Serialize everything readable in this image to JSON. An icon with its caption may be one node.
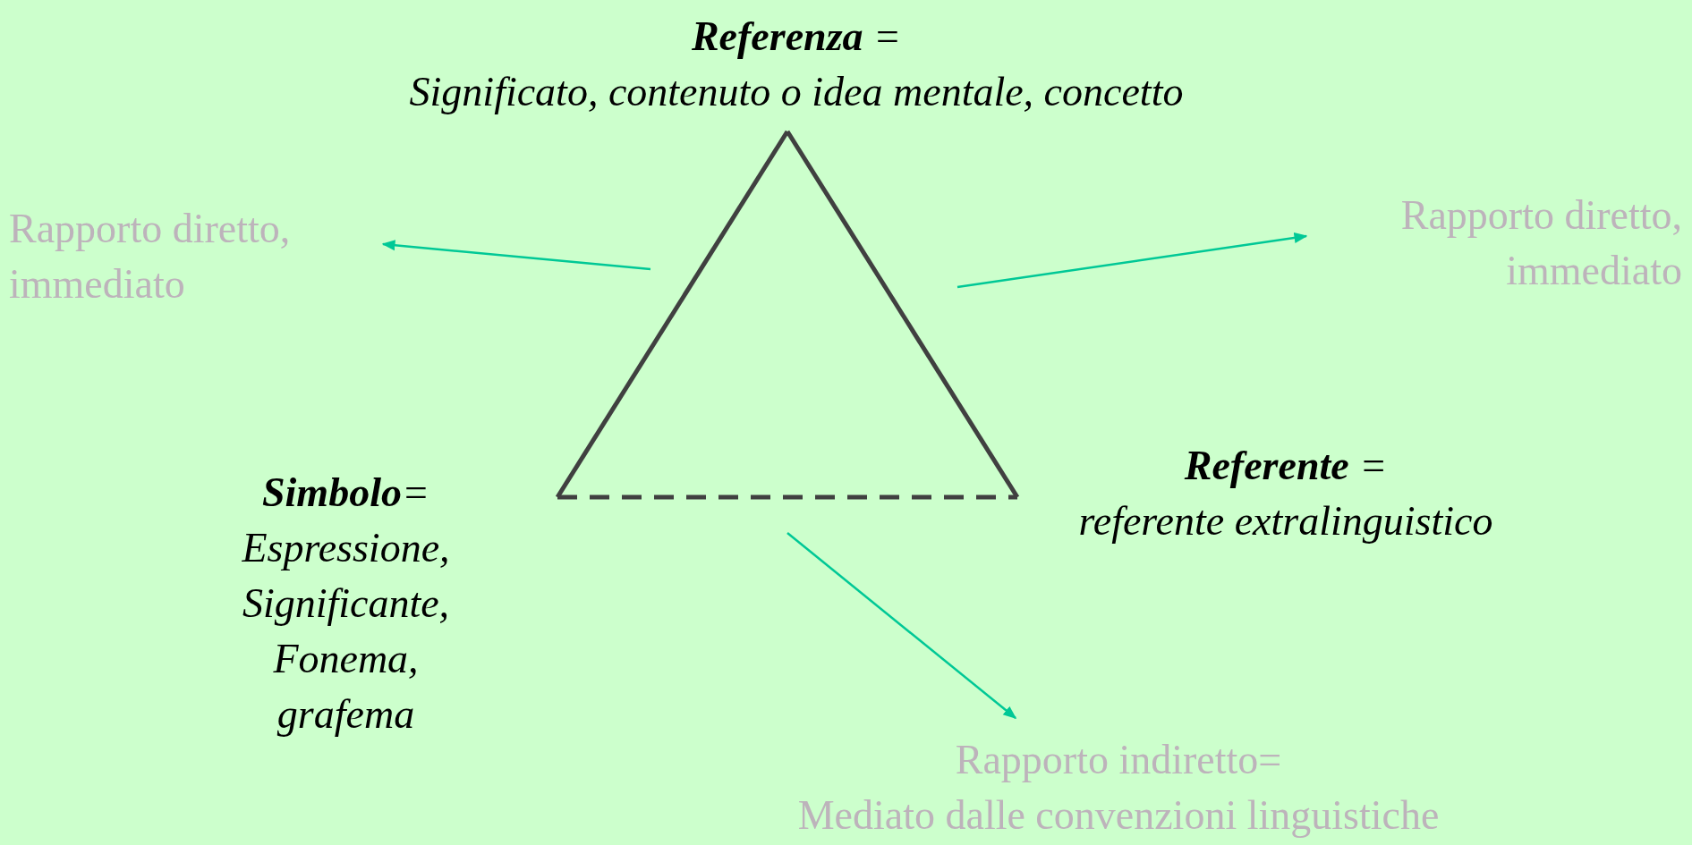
{
  "diagram": {
    "nodes": [
      {
        "text": [
          "**Referenza** =",
          "Significato, contenuto o idea  mentale, concetto"
        ]
      },
      {
        "text": [
          "**Simbolo**=",
          "Espressione, Significante, Fonema, grafema"
        ]
      },
      {
        "text": [
          "**Referente** =",
          "referente extralinguistico"
        ]
      },
      {
        "text": [
          "Rapporto diretto, immediato"
        ]
      },
      {
        "text": [
          "Rapporto diretto, immediato"
        ]
      },
      {
        "text": [
          "Rapporto indiretto=",
          "Mediato dalle convenzioni linguistiche"
        ]
      }
    ],
    "edges": [
      {
        "from": 0,
        "to": 1,
        "arrow": "none"
      },
      {
        "from": 0,
        "to": 2,
        "arrow": "none"
      },
      {
        "from": 1,
        "to": 2,
        "arrow": "none",
        "style": "dashed"
      },
      {
        "from": null,
        "to": 3,
        "arrow": "to",
        "color": "#00c896"
      },
      {
        "from": null,
        "to": 4,
        "arrow": "to",
        "color": "#00c896"
      },
      {
        "from": null,
        "to": 5,
        "arrow": "to",
        "color": "#00c896"
      }
    ]
  }
}
